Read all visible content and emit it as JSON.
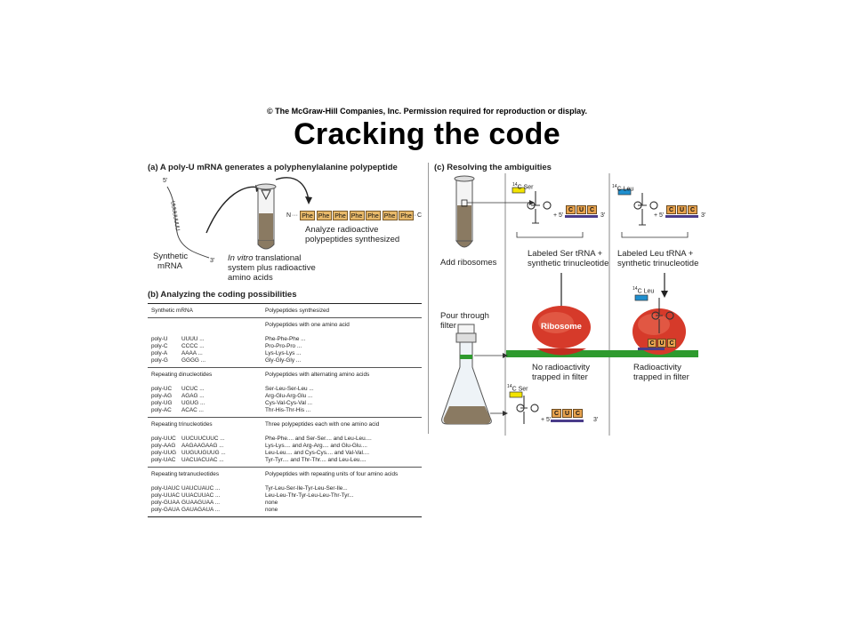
{
  "copyright": "© The McGraw-Hill Companies, Inc. Permission required for reproduction or display.",
  "title": "Cracking the code",
  "panel_a": {
    "heading": "(a) A poly-U mRNA generates a polyphenylalanine polypeptide",
    "five_prime": "5'",
    "three_prime": "3'",
    "mrna_seq": "UUUUUUUU",
    "synthetic_label_1": "Synthetic",
    "synthetic_label_2": "mRNA",
    "invitro_italic": "In vitro",
    "invitro_rest": " translational",
    "invitro_2": "system plus radioactive",
    "invitro_3": "amino acids",
    "n_term": "N",
    "c_term": "C",
    "chain_prefix": "···",
    "chain_suffix": "···",
    "phe": [
      "Phe",
      "Phe",
      "Phe",
      "Phe",
      "Phe",
      "Phe",
      "Phe"
    ],
    "analyze_1": "Analyze radioactive",
    "analyze_2": "polypeptides synthesized"
  },
  "panel_b": {
    "heading": "(b) Analyzing the coding possibilities",
    "col_mrna": "Synthetic mRNA",
    "col_poly": "Polypeptides synthesized",
    "groups": [
      {
        "left_head": "",
        "right_head": "Polypeptides with one amino acid",
        "rows": [
          {
            "name": "poly-U",
            "seq": "UUUU ...",
            "result": "Phe-Phe-Phe ..."
          },
          {
            "name": "poly-C",
            "seq": "CCCC ...",
            "result": "Pro-Pro-Pro ..."
          },
          {
            "name": "poly-A",
            "seq": "AAAA ...",
            "result": "Lys-Lys-Lys ..."
          },
          {
            "name": "poly-G",
            "seq": "GGGG ...",
            "result": "Gly-Gly-Gly ..."
          }
        ]
      },
      {
        "left_head": "Repeating dinucleotides",
        "right_head": "Polypeptides with alternating amino acids",
        "rows": [
          {
            "name": "poly-UC",
            "seq": "UCUC ...",
            "result": "Ser-Leu-Ser-Leu ..."
          },
          {
            "name": "poly-AG",
            "seq": "AGAG ...",
            "result": "Arg-Glu-Arg-Glu ..."
          },
          {
            "name": "poly-UG",
            "seq": "UGUG ...",
            "result": "Cys-Val-Cys-Val ..."
          },
          {
            "name": "poly-AC",
            "seq": "ACAC ...",
            "result": "Thr-His-Thr-His ..."
          }
        ]
      },
      {
        "left_head": "Repeating trinucleotides",
        "right_head": "Three polypeptides each with one amino acid",
        "rows": [
          {
            "name": "poly-UUC",
            "seq": "UUCUUCUUC ...",
            "result": "Phe-Phe.... and Ser-Ser.... and Leu-Leu...."
          },
          {
            "name": "poly-AAG",
            "seq": "AAGAAGAAG ...",
            "result": "Lys-Lys.... and Arg-Arg.... and Glu-Glu...."
          },
          {
            "name": "poly-UUG",
            "seq": "UUGUUGUUG ...",
            "result": "Leu-Leu.... and Cys-Cys.... and Val-Val...."
          },
          {
            "name": "poly-UAC",
            "seq": "UACUACUAC ...",
            "result": "Tyr-Tyr.... and Thr-Thr.... and Leu-Leu...."
          }
        ]
      },
      {
        "left_head": "Repeating tetranucleotides",
        "right_head": "Polypeptides with repeating units of four amino acids",
        "rows": [
          {
            "name": "poly-UAUC",
            "seq": "UAUCUAUC ...",
            "result": "Tyr-Leu-Ser-Ile-Tyr-Leu-Ser-Ile..."
          },
          {
            "name": "poly-UUAC",
            "seq": "UUACUUAC ...",
            "result": "Leu-Leu-Thr-Tyr-Leu-Leu-Thr-Tyr..."
          },
          {
            "name": "poly-GUAA",
            "seq": "GUAAGUAA ...",
            "result": "none"
          },
          {
            "name": "poly-GAUA",
            "seq": "GAUAGAUA ...",
            "result": "none"
          }
        ]
      }
    ]
  },
  "panel_c": {
    "heading": "(c) Resolving the ambiguities",
    "add_ribosomes": "Add ribosomes",
    "pour_1": "Pour through",
    "pour_2": "filter",
    "ser_label": "C Ser",
    "leu_label": "C Leu",
    "c14": "14",
    "plus5": "+ 5'",
    "three": "3'",
    "codon": [
      "C",
      "U",
      "C"
    ],
    "labeled_ser_1": "Labeled Ser tRNA +",
    "labeled_ser_2": "synthetic trinucleotide",
    "labeled_leu_1": "Labeled Leu tRNA +",
    "labeled_leu_2": "synthetic trinucleotide",
    "ribosome": "Ribosome",
    "no_radio_1": "No radioactivity",
    "no_radio_2": "trapped in filter",
    "radio_1": "Radioactivity",
    "radio_2": "trapped in filter"
  },
  "colors": {
    "ser_tag": "#f2e300",
    "leu_tag": "#1f8fcf",
    "ribosome": "#d63a2a",
    "membrane": "#2e9a2e",
    "codon_box": "#e8a34f",
    "phe_box": "#e8b96a",
    "tube_fluid": "#8a7a62"
  }
}
